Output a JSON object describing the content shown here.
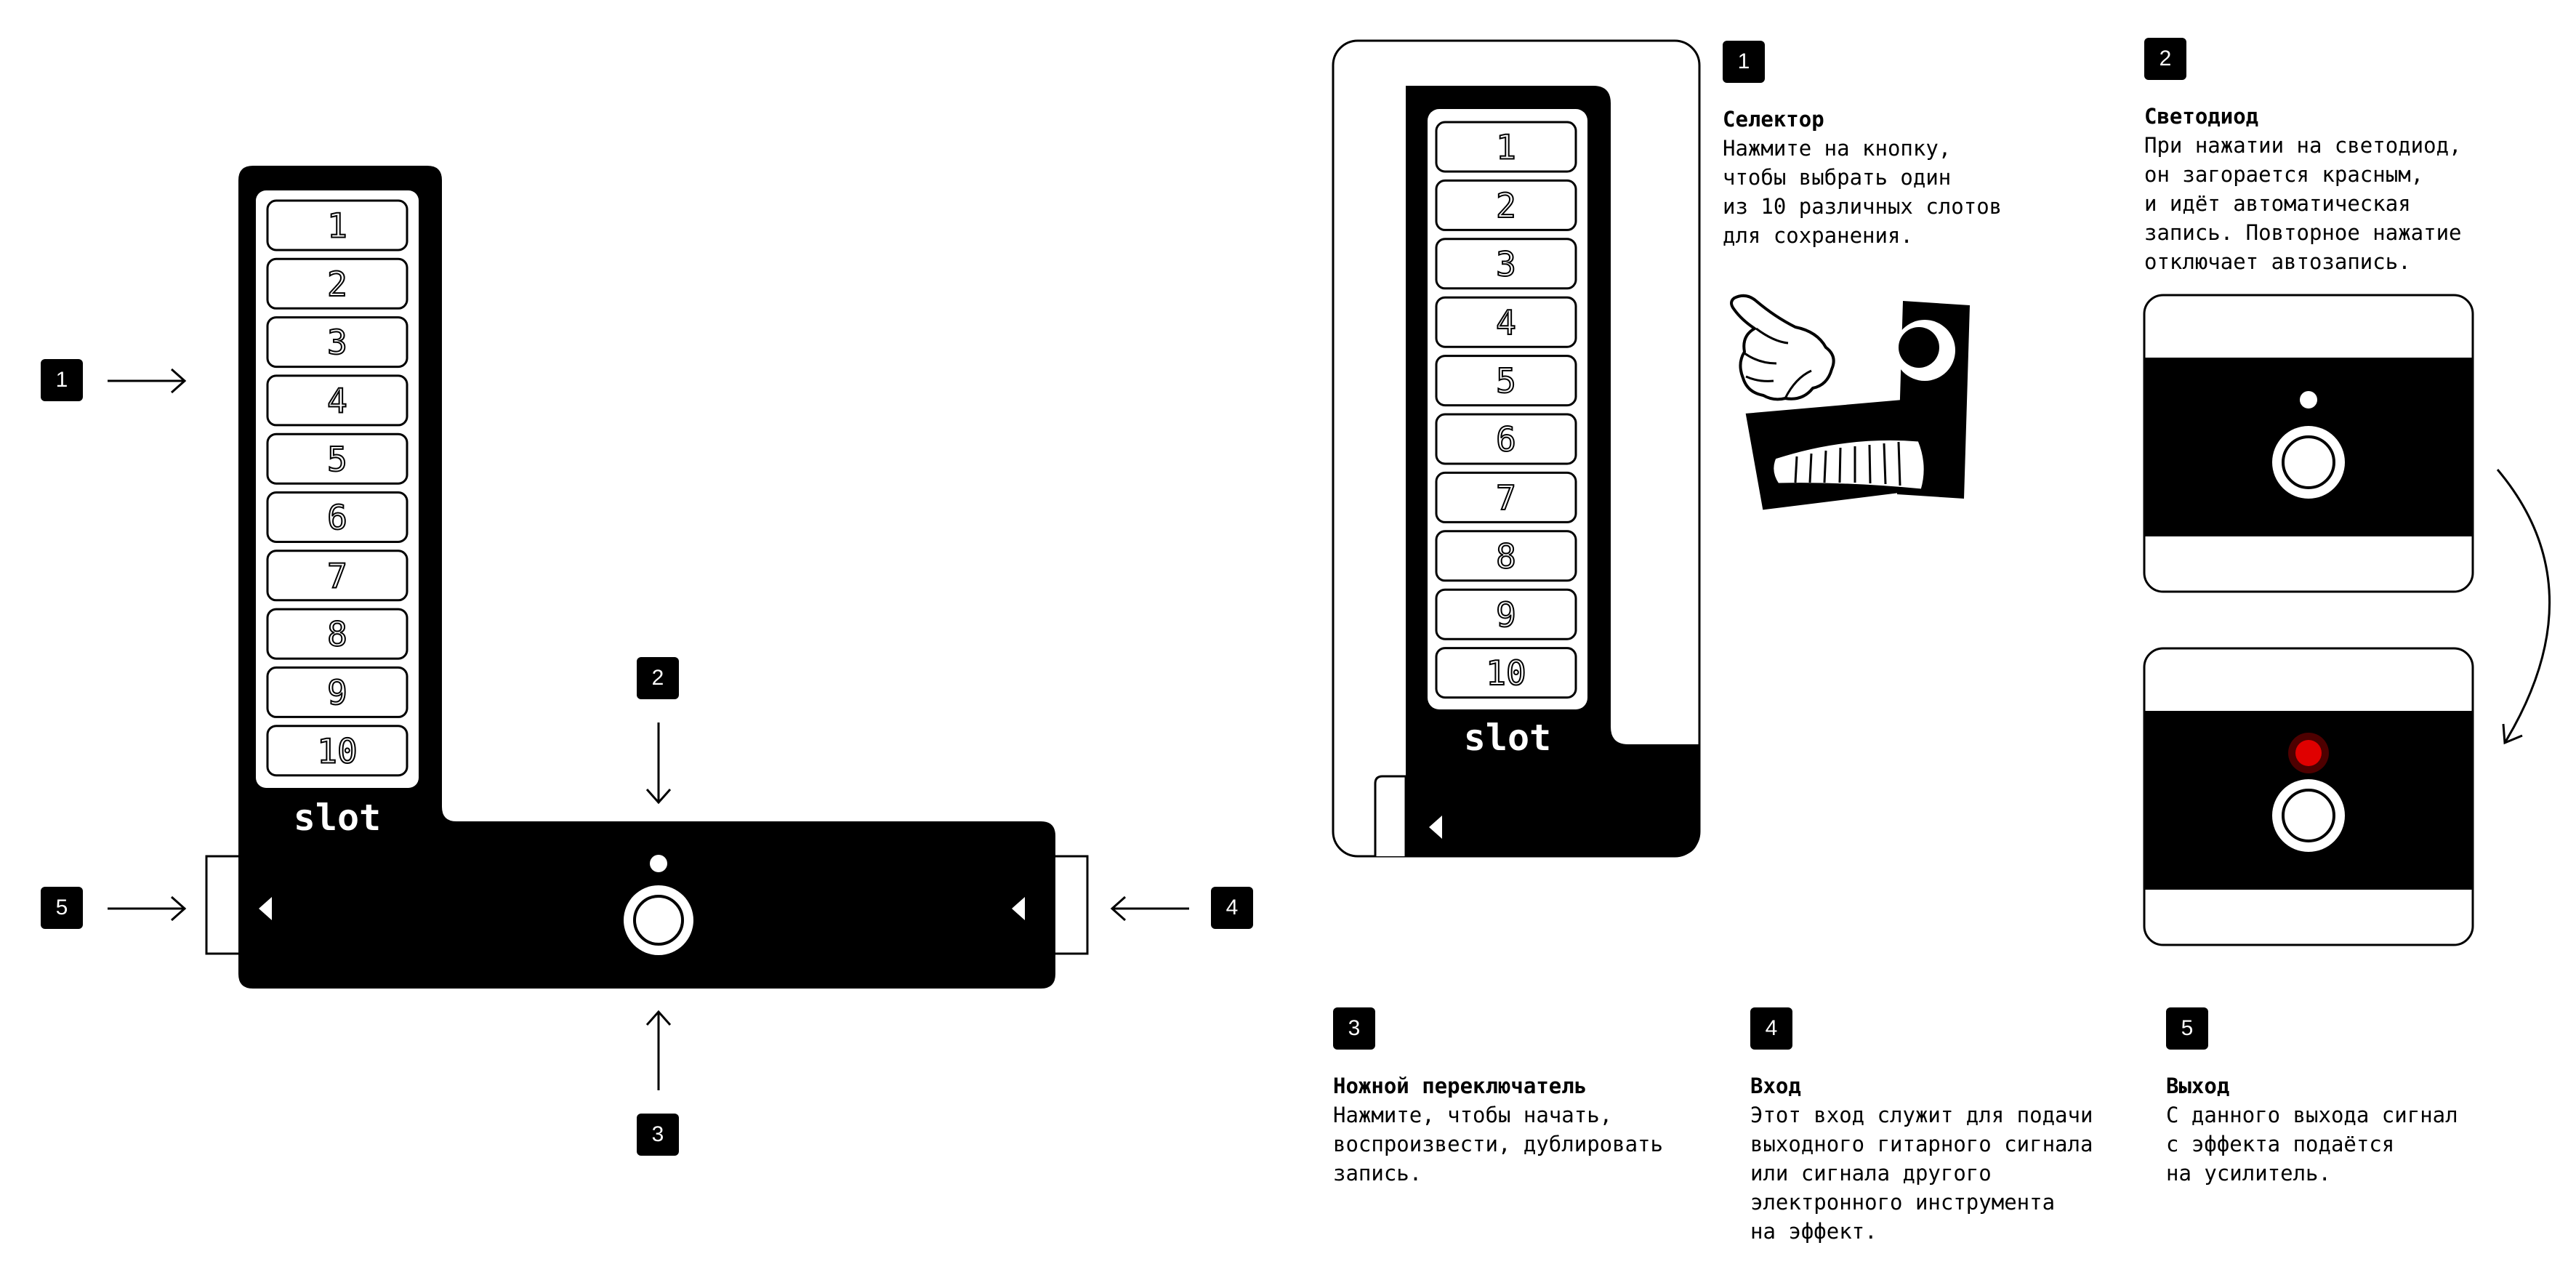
{
  "colors": {
    "ink": "#000000",
    "paper": "#ffffff",
    "led_on": "#e00000"
  },
  "device": {
    "slots": [
      "1",
      "2",
      "3",
      "4",
      "5",
      "6",
      "7",
      "8",
      "9",
      "10"
    ],
    "brand": "slot"
  },
  "callouts": [
    "1",
    "2",
    "3",
    "4",
    "5"
  ],
  "sections": {
    "selector": {
      "num": "1",
      "title": "Селектор",
      "body": "Нажмите на кнопку,\nчтобы выбрать один\nиз 10 различных слотов\nдля сохранения."
    },
    "led": {
      "num": "2",
      "title": "Светодиод",
      "body": "При нажатии на светодиод,\nон загорается красным,\nи идёт автоматическая\nзапись. Повторное нажатие\nотключает автозапись."
    },
    "footswitch": {
      "num": "3",
      "title": "Ножной переключатель",
      "body": "Нажмите, чтобы начать,\nвоспроизвести, дублировать\nзапись."
    },
    "input": {
      "num": "4",
      "title": "Вход",
      "body": "Этот вход служит для подачи\nвыходного гитарного сигнала\nили сигнала другого\nэлектронного инструмента\nна эффект."
    },
    "output": {
      "num": "5",
      "title": "Выход",
      "body": "С данного выхода сигнал\nс эффекта подаётся\nна усилитель."
    }
  }
}
